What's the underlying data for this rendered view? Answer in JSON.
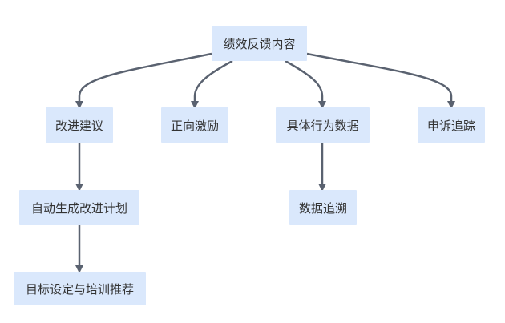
{
  "colors": {
    "node_fill": "#dae8fc",
    "edge": "#5a6270",
    "text": "#333333",
    "background": "#ffffff"
  },
  "nodes": {
    "root": "绩效反馈内容",
    "improve": "改进建议",
    "positive": "正向激励",
    "behavior": "具体行为数据",
    "appeal": "申诉追踪",
    "auto_plan": "自动生成改进计划",
    "trace": "数据追溯",
    "goal_training": "目标设定与培训推荐"
  }
}
